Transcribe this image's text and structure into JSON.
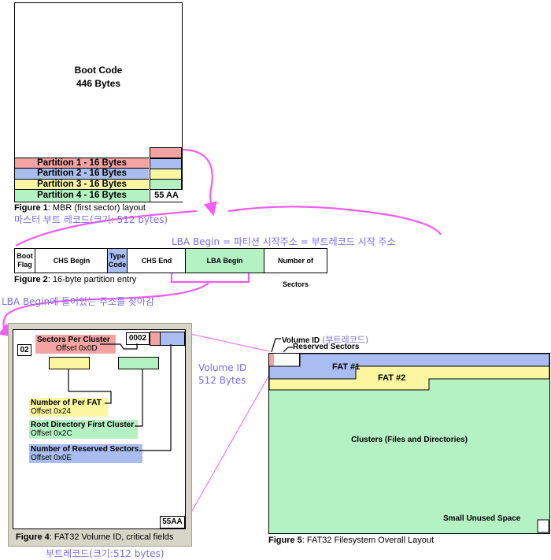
{
  "colors": {
    "red": "#f4a3a3",
    "blue": "#a9bdf0",
    "yellow": "#fdf6a0",
    "green": "#b4f2c4",
    "pink": "#f25ef2",
    "purple": "#7b6cf0",
    "frame": "#c8c8b8"
  },
  "mbr": {
    "boot_title": "Boot Code",
    "boot_size": "446 Bytes",
    "partitions": [
      "Partition 1  - 16 Bytes",
      "Partition 2  - 16 Bytes",
      "Partition 3  - 16 Bytes",
      "Partition 4  - 16 Bytes"
    ],
    "signature": "55 AA",
    "caption_bold": "Figure 1",
    "caption_text": ": MBR (first sector) layout",
    "caption_ko": "마스터 부트 레코드(크기: 512 bytes)"
  },
  "entry": {
    "note_ko": "LBA Begin = 파티션 시작주소 = 부트레코드 시작 주소",
    "fields": {
      "boot_flag_1": "Boot",
      "boot_flag_2": "Flag",
      "chs_begin": "CHS Begin",
      "type_code_1": "Type",
      "type_code_2": "Code",
      "chs_end": "CHS End",
      "lba_begin": "LBA Begin",
      "num_sectors": "Number of Sectors"
    },
    "caption_bold": "Figure 2",
    "caption_text": ": 16-byte partition entry",
    "arrow_note_ko": "LBA Begin에 들어있는 주소를 찾아감"
  },
  "volume_id": {
    "byte_02": "02",
    "byte_0002": "0002",
    "sig": "55AA",
    "fields": [
      {
        "name": "Sectors Per Cluster",
        "offset": "Offset 0x0D"
      },
      {
        "name": "Number of Per FAT",
        "offset": "Offset 0x24"
      },
      {
        "name": "Root Directory First Cluster",
        "offset": "Offset 0x2C"
      },
      {
        "name": "Number of Reserved Sectors",
        "offset": "Offset 0x0E"
      }
    ],
    "caption_bold": "Figure 4",
    "caption_text": ": FAT32 Volume ID, critical fields",
    "caption_ko": "부트레코드(크기:512 bytes)",
    "size_ko_1": "Volume ID",
    "size_ko_2": "512 Bytes"
  },
  "fs_layout": {
    "volume_id": "Volume ID",
    "volume_id_ko": "(부트레코드)",
    "reserved": "Reserved Sectors",
    "fat1": "FAT #1",
    "fat2": "FAT #2",
    "clusters": "Clusters (Files and Directories)",
    "unused": "Small Unused Space",
    "caption_bold": "Figure 5",
    "caption_text": ": FAT32 Filesystem Overall Layout"
  }
}
